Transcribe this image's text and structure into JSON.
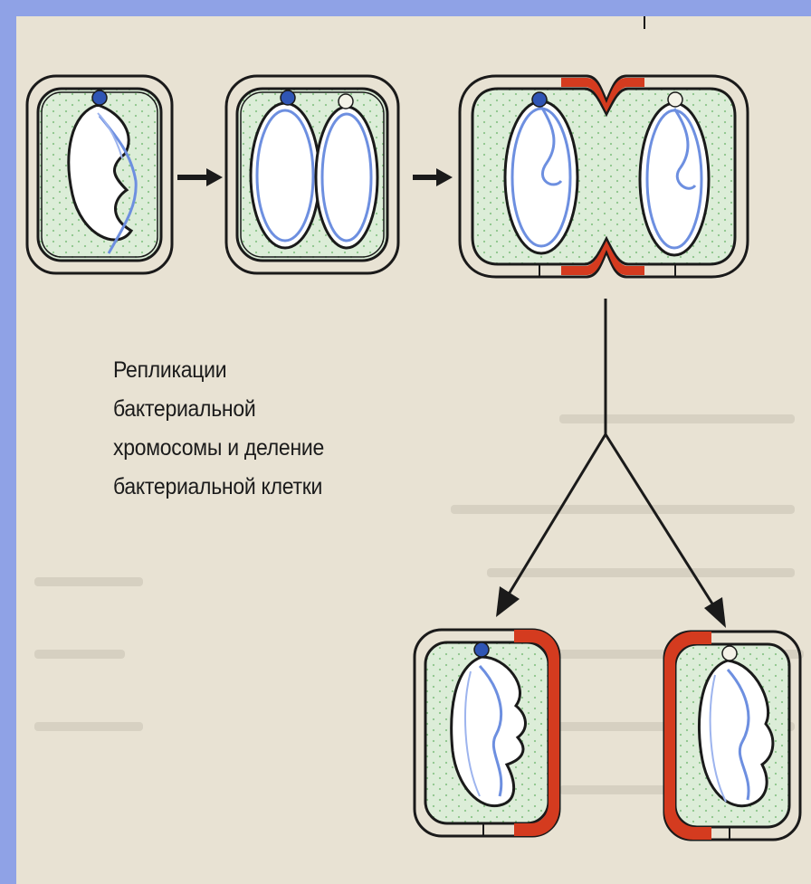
{
  "caption": {
    "lines": [
      "Репликации бактериальной",
      "хромосомы и деление",
      "бактериальной клетки"
    ]
  },
  "colors": {
    "frame": "#8fa2e6",
    "paper": "#e8e2d3",
    "cytoplasm": "#dfeee0",
    "outline": "#1a1a1a",
    "dna": "#6d8fe0",
    "septum": "#d43b1f",
    "origin": "#2f55b4"
  },
  "stages": [
    "single-cell-replication-start",
    "single-cell-two-chromosomes",
    "dividing-cell-with-septum",
    "daughter-cell-left",
    "daughter-cell-right"
  ]
}
